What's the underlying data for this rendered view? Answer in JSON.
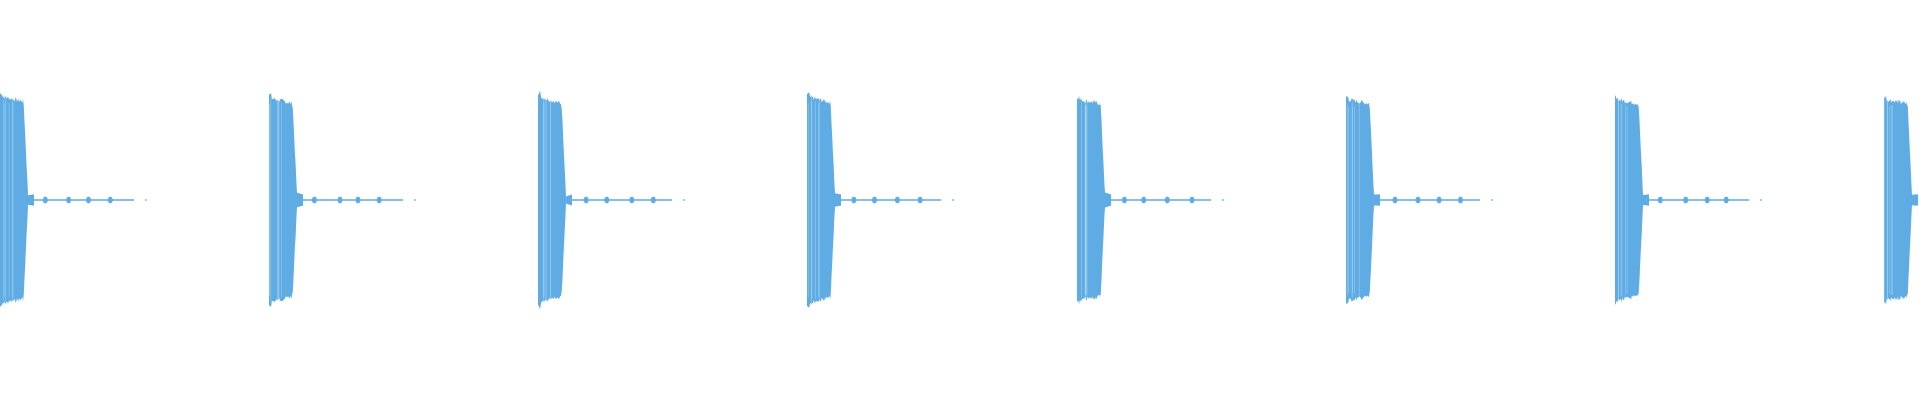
{
  "chart_data": {
    "type": "area",
    "x_range_frames": [
      0,
      1920
    ],
    "y_range_amplitude": [
      -1,
      1
    ],
    "grid": false,
    "legend": "none",
    "color": "#5eace3",
    "series": [
      {
        "bursts": [
          {
            "start": 0,
            "attack_peak": 0.95,
            "sustain": 0.88,
            "end": 28
          },
          {
            "start": 269,
            "attack_peak": 0.94,
            "sustain": 0.86,
            "end": 297
          },
          {
            "start": 538,
            "attack_peak": 0.96,
            "sustain": 0.86,
            "end": 566
          },
          {
            "start": 807,
            "attack_peak": 0.95,
            "sustain": 0.87,
            "end": 835
          },
          {
            "start": 1077,
            "attack_peak": 0.92,
            "sustain": 0.86,
            "end": 1105
          },
          {
            "start": 1346,
            "attack_peak": 0.92,
            "sustain": 0.86,
            "end": 1374
          },
          {
            "start": 1615,
            "attack_peak": 0.92,
            "sustain": 0.86,
            "end": 1643
          },
          {
            "start": 1884,
            "attack_peak": 0.92,
            "sustain": 0.86,
            "end": 1912
          }
        ],
        "tail_length": 100,
        "tail_amplitude": 0.03
      }
    ]
  }
}
